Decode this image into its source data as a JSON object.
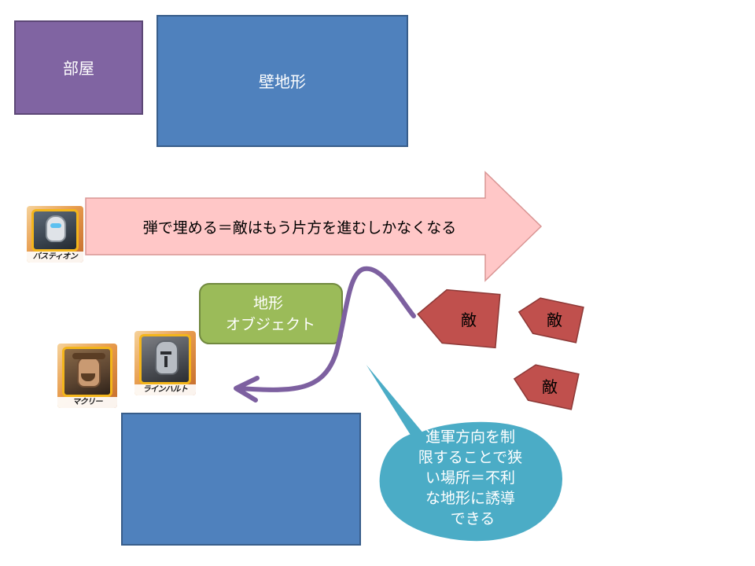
{
  "room": {
    "label": "部屋"
  },
  "wall_terrain": {
    "label": "壁地形"
  },
  "arrow": {
    "label": "弾で埋める＝敵はもう片方を進むしかなくなる"
  },
  "terrain_object": {
    "line1": "地形",
    "line2": "オブジェクト"
  },
  "enemies": [
    {
      "label": "敵"
    },
    {
      "label": "敵"
    },
    {
      "label": "敵"
    }
  ],
  "callout": {
    "lines": [
      "進軍方向を制",
      "限することで狭",
      "い場所＝不利",
      "な地形に誘導",
      "できる"
    ]
  },
  "heroes": [
    {
      "name": "バスティオン"
    },
    {
      "name": "ラインハルト"
    },
    {
      "name": "マクリー"
    }
  ],
  "colors": {
    "room": "#8064a2",
    "wall": "#4f81bd",
    "arrow": "#ffc7c7",
    "terrain_object": "#9bbb59",
    "enemy": "#c0504d",
    "callout": "#4bacc6",
    "path": "#7d60a0",
    "portrait_border": "#f3b51b"
  }
}
